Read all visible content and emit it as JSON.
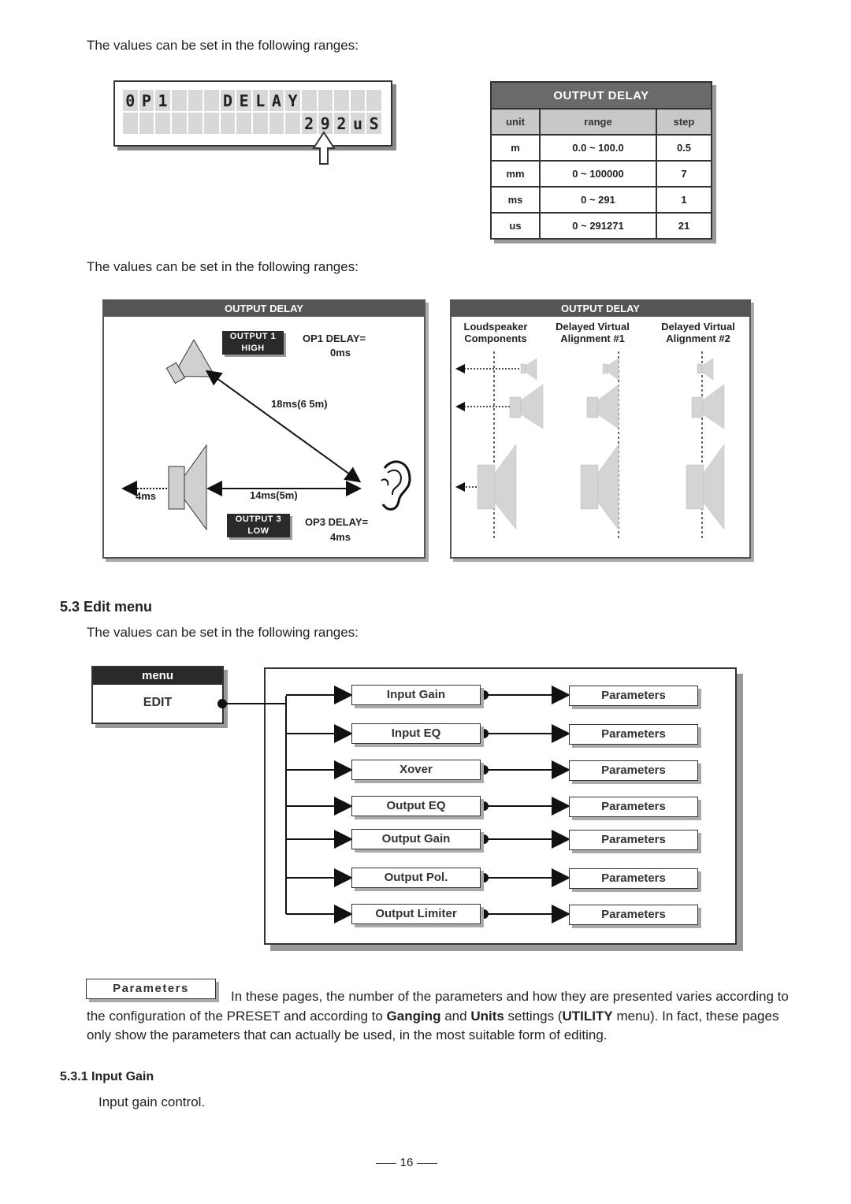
{
  "intro_text_1": "The values can be set in the following ranges:",
  "intro_text_2": "The values can be set in the following ranges:",
  "intro_text_3": "The values can be set in the following ranges:",
  "lcd": {
    "row1": [
      "0",
      "P",
      "1",
      "",
      "",
      "",
      "D",
      "E",
      "L",
      "A",
      "Y",
      "",
      "",
      "",
      "",
      ""
    ],
    "row2": [
      "",
      "",
      "",
      "",
      "",
      "",
      "",
      "",
      "",
      "",
      "",
      "2",
      "9",
      "2",
      "u",
      "S"
    ]
  },
  "unit_table": {
    "title": "OUTPUT DELAY",
    "headers": [
      "unit",
      "range",
      "step"
    ],
    "rows": [
      [
        "m",
        "0.0 ~ 100.0",
        "0.5"
      ],
      [
        "mm",
        "0 ~ 100000",
        "7"
      ],
      [
        "ms",
        "0 ~ 291",
        "1"
      ],
      [
        "us",
        "0 ~ 291271",
        "21"
      ]
    ]
  },
  "left_panel": {
    "title": "OUTPUT  DELAY",
    "tag1_line1": "OUTPUT 1",
    "tag1_line2": "HIGH",
    "op1_label": "OP1 DELAY=",
    "op1_value": "0ms",
    "diag_distance": "18ms(6 5m)",
    "delay_left": "4ms",
    "horiz_distance": "14ms(5m)",
    "tag3_line1": "OUTPUT 3",
    "tag3_line2": "LOW",
    "op3_label": "OP3 DELAY=",
    "op3_value": "4ms"
  },
  "right_panel": {
    "title": "OUTPUT  DELAY",
    "col1_line1": "Loudspeaker",
    "col1_line2": "Components",
    "col2_line1": "Delayed Virtual",
    "col2_line2": "Alignment #1",
    "col3_line1": "Delayed Virtual",
    "col3_line2": "Alignment #2"
  },
  "section_heading": "5.3 Edit menu",
  "menu": {
    "header": "menu",
    "item": "EDIT",
    "entries": [
      {
        "label": "Input Gain",
        "target": "Parameters"
      },
      {
        "label": "Input EQ",
        "target": "Parameters"
      },
      {
        "label": "Xover",
        "target": "Parameters"
      },
      {
        "label": "Output EQ",
        "target": "Parameters"
      },
      {
        "label": "Output Gain",
        "target": "Parameters"
      },
      {
        "label": "Output Pol.",
        "target": "Parameters"
      },
      {
        "label": "Output Limiter",
        "target": "Parameters"
      }
    ]
  },
  "legend_box": "Parameters",
  "note": {
    "t1": "In these pages, the number of the parameters and how they are presented varies according to the configuration of the PRESET and according to ",
    "b1": "Ganging",
    "t2": " and ",
    "b2": "Units",
    "t3": " settings (",
    "b3": "UTILITY",
    "t4": " menu). In fact, these pages only show the parameters that can actually be used, in the most suitable form of editing."
  },
  "subsection_heading": "5.3.1 Input Gain",
  "subsection_text": "Input gain control.",
  "page_number": "16"
}
